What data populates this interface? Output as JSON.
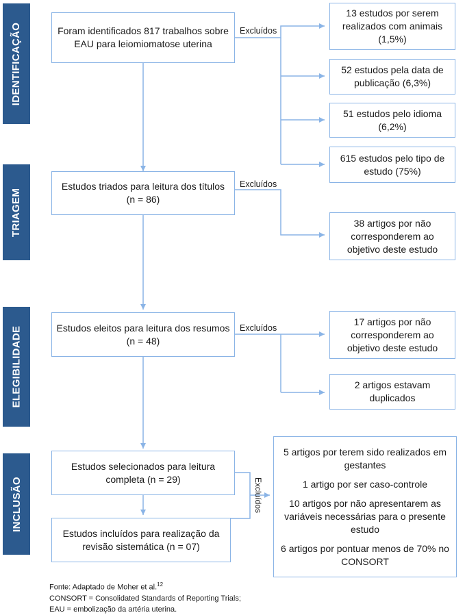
{
  "phases": {
    "identificacao": "IDENTIFICAÇÃO",
    "triagem": "TRIAGEM",
    "elegibilidade": "ELEGIBILIDADE",
    "inclusao": "INCLUSÃO"
  },
  "main_boxes": {
    "identified": "Foram identificados 817 trabalhos sobre EAU para leiomiomatose uterina",
    "screened": "Estudos triados para leitura dos títulos (n = 86)",
    "eligible": "Estudos eleitos para leitura dos resumos (n = 48)",
    "selected": "Estudos selecionados para leitura completa (n = 29)",
    "included": "Estudos incluídos para realização da revisão sistemática (n = 07)"
  },
  "excluded_label": "Excluídos",
  "exclusions": {
    "animals": "13 estudos por serem realizados com animais (1,5%)",
    "date": "52 estudos pela data de publicação (6,3%)",
    "language": "51 estudos pelo idioma (6,2%)",
    "type": "615 estudos pelo tipo de estudo (75%)",
    "screen_objective": "38 artigos por não corresponderem ao objetivo deste estudo",
    "elig_objective": "17 artigos por não corresponderem ao objetivo deste estudo",
    "duplicated": "2 artigos estavam duplicados",
    "inclusion": [
      "5 artigos por terem sido realizados em gestantes",
      "1 artigo por ser caso-controle",
      "10 artigos por não apresentarem as variáveis necessárias para o presente estudo",
      "6 artigos por pontuar menos de 70% no CONSORT"
    ]
  },
  "footer": {
    "source": "Fonte: Adaptado de Moher et al.",
    "source_ref": "12",
    "consort": "CONSORT = Consolidated Standards of Reporting Trials;",
    "eau": "EAU = embolização da artéria uterina."
  },
  "colors": {
    "phase_bg": "#2c5a8e",
    "border": "#8ab4e6",
    "arrow": "#8ab4e6"
  }
}
